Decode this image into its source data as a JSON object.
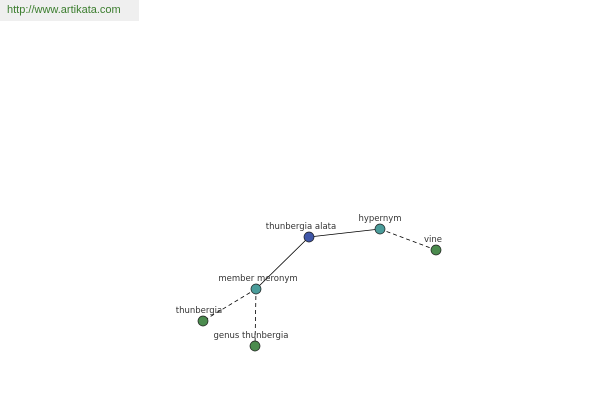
{
  "source_url": "http://www.artikata.com",
  "colors": {
    "center_node": "#3f56a8",
    "relation_node": "#4a9c9a",
    "leaf_node": "#4b8b4e",
    "edge": "#000000",
    "url_text": "#3b7d2e"
  },
  "graph": {
    "nodes": [
      {
        "id": "thunbergia-alata",
        "label": "thunbergia alata",
        "kind": "center"
      },
      {
        "id": "hypernym",
        "label": "hypernym",
        "kind": "relation"
      },
      {
        "id": "vine",
        "label": "vine",
        "kind": "leaf"
      },
      {
        "id": "member-meronym",
        "label": "member meronym",
        "kind": "relation"
      },
      {
        "id": "thunbergia",
        "label": "thunbergia",
        "kind": "leaf"
      },
      {
        "id": "genus-thunbergia",
        "label": "genus thunbergia",
        "kind": "leaf"
      }
    ],
    "edges": [
      {
        "from": "thunbergia-alata",
        "to": "hypernym",
        "style": "solid"
      },
      {
        "from": "hypernym",
        "to": "vine",
        "style": "dashed"
      },
      {
        "from": "thunbergia-alata",
        "to": "member-meronym",
        "style": "solid"
      },
      {
        "from": "member-meronym",
        "to": "thunbergia",
        "style": "dashed"
      },
      {
        "from": "member-meronym",
        "to": "genus-thunbergia",
        "style": "dashed"
      }
    ]
  }
}
